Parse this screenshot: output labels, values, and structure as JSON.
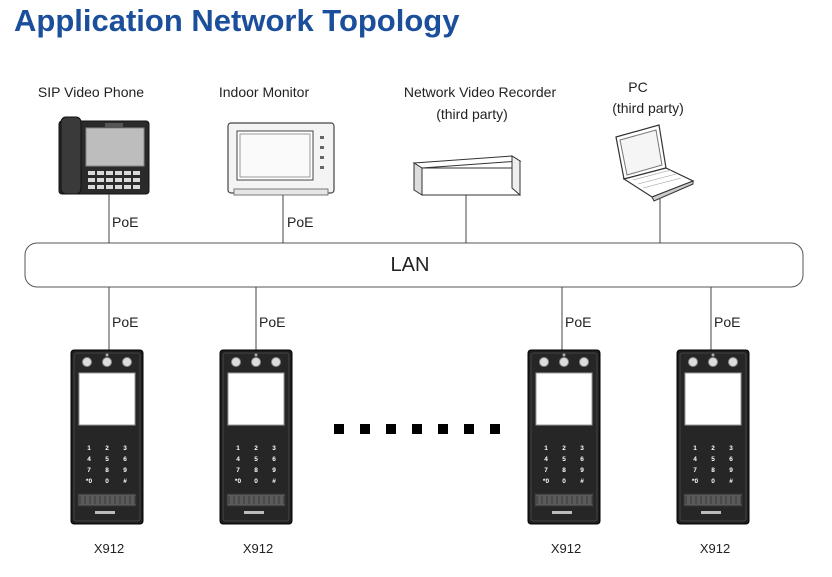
{
  "title": "Application Network Topology",
  "network": {
    "label": "LAN"
  },
  "top_devices": [
    {
      "label_lines": [
        "SIP Video Phone"
      ],
      "link": "PoE",
      "icon": "sip-video-phone-icon"
    },
    {
      "label_lines": [
        "Indoor Monitor"
      ],
      "link": "PoE",
      "icon": "indoor-monitor-icon"
    },
    {
      "label_lines": [
        "Network Video Recorder",
        "(third party)"
      ],
      "link": "",
      "icon": "nvr-icon"
    },
    {
      "label_lines": [
        "PC",
        "(third party)"
      ],
      "link": "",
      "icon": "laptop-icon"
    }
  ],
  "door_phones": [
    {
      "model": "X912",
      "link": "PoE"
    },
    {
      "model": "X912",
      "link": "PoE"
    },
    {
      "model": "X912",
      "link": "PoE"
    },
    {
      "model": "X912",
      "link": "PoE"
    }
  ],
  "keypad_keys": [
    "1",
    "2",
    "3",
    "4",
    "5",
    "6",
    "7",
    "8",
    "9",
    "*0",
    "0",
    "#"
  ],
  "ellipsis_count": 7,
  "colors": {
    "title": "#1b4f9c",
    "line": "#444444",
    "device_dark": "#1e1e1e"
  }
}
